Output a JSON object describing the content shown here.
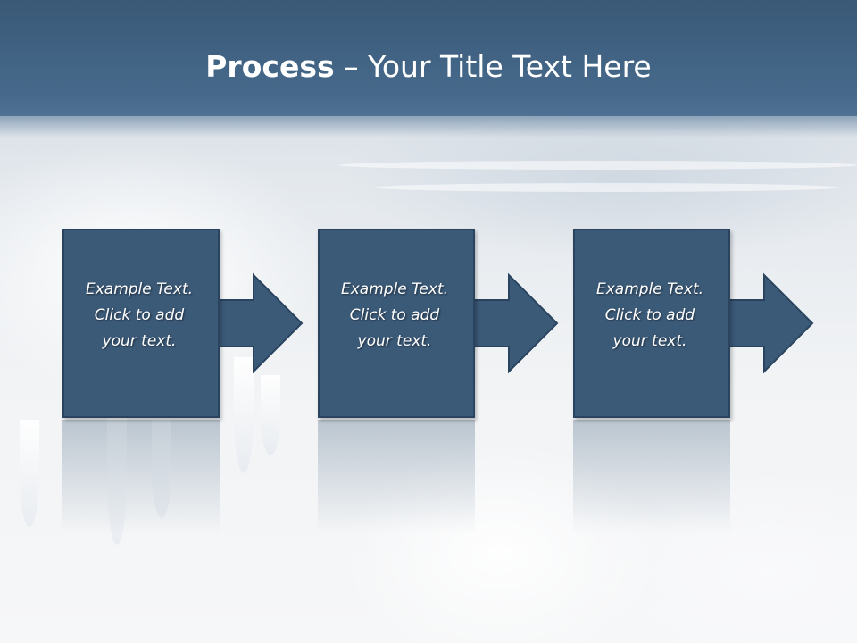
{
  "slide": {
    "title_bold": "Process",
    "title_rest": " – Your Title Text Here"
  },
  "steps": [
    {
      "line1": "Example Text.",
      "line2": "Click  to add",
      "line3": "your text."
    },
    {
      "line1": "Example Text.",
      "line2": "Click  to add",
      "line3": "your text."
    },
    {
      "line1": "Example Text.",
      "line2": "Click  to add",
      "line3": "your text."
    }
  ],
  "colors": {
    "title_bar": "#46698b",
    "box_fill": "#3b5a78",
    "box_border": "#2a4460",
    "text": "#ffffff"
  },
  "icons": [
    "right-arrow-icon"
  ]
}
